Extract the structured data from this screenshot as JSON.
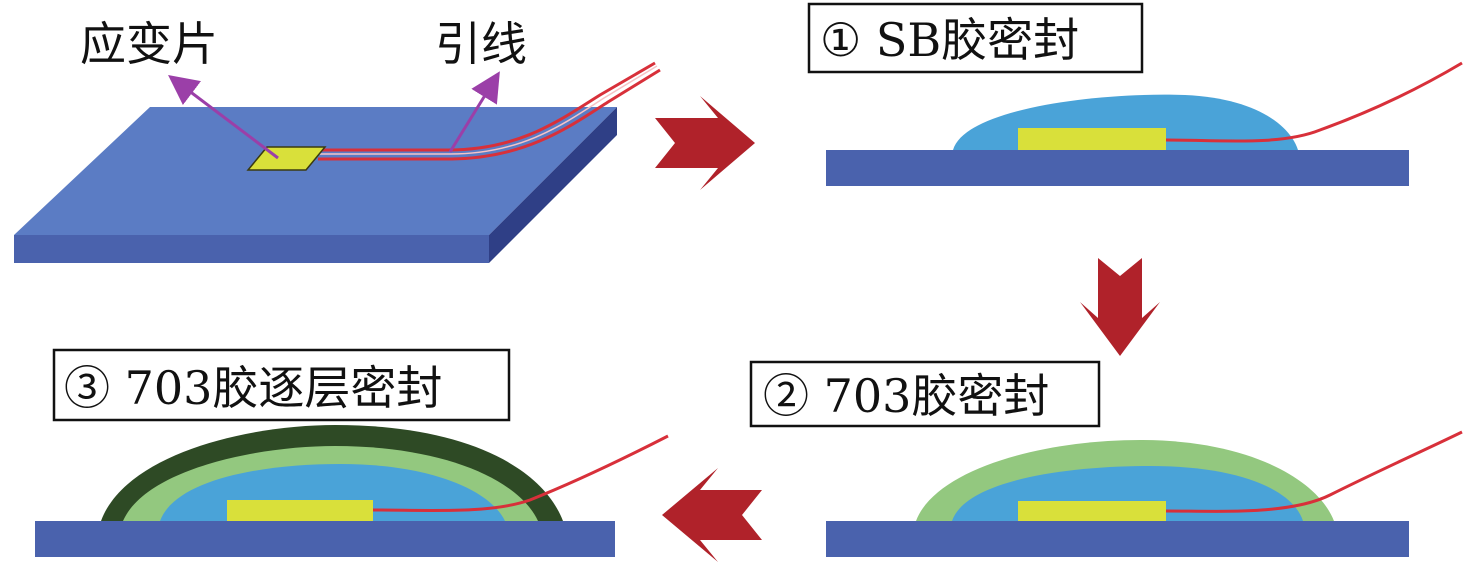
{
  "labels": {
    "strain_gauge": "应变片",
    "lead_wire": "引线"
  },
  "steps": [
    {
      "label": "① SB胶密封"
    },
    {
      "label": "② 703胶密封"
    },
    {
      "label": "③ 703胶逐层密封"
    }
  ],
  "colors": {
    "substrate_top": "#5b7cc4",
    "substrate_side": "#4a62ad",
    "substrate_dark": "#2f3f86",
    "gauge": "#d9e03a",
    "wire": "#d8303a",
    "sb_glue": "#4aa3d8",
    "glue_703_light": "#93c87f",
    "glue_703_dark": "#2e4a25",
    "arrow_red": "#b0222a",
    "pointer_purple": "#9b3fa8"
  },
  "icons": [
    "right-arrow-icon",
    "down-arrow-icon",
    "left-arrow-icon",
    "pointer-arrow-icon"
  ]
}
